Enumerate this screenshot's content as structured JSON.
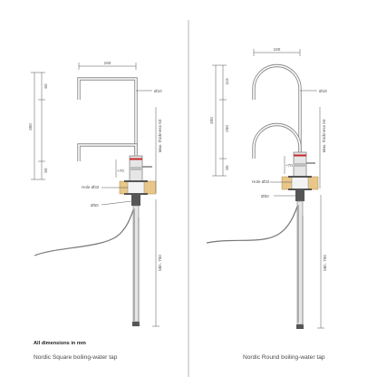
{
  "note": "All dimensions in mm",
  "colors": {
    "background": "#ffffff",
    "line": "#555555",
    "pipe": "#8a8a8a",
    "pipe_fill": "#e6e6e6",
    "worktop": "#e8c788",
    "red_band": "#c62828"
  },
  "left_tap": {
    "caption": "Nordic Square boiling-water tap",
    "dims": {
      "width_top": "160",
      "total_height": "350",
      "top_seg": "60",
      "bottom_seg": "55",
      "spout_dia": "Ø10",
      "max_thickness": "Max. thickness 50",
      "lever_rise": "+70",
      "hole": "Hole Ø32",
      "base_dia": "Ø50",
      "min_hose": "Min. 750"
    }
  },
  "right_tap": {
    "caption": "Nordic Round boiling-water tap",
    "dims": {
      "width_top": "160",
      "total_height": "400",
      "top_seg": "115",
      "mid_seg": "250",
      "bottom_seg": "55",
      "spout_dia": "Ø18",
      "max_thickness": "Max. thickness 50",
      "lever_rise": "+70",
      "hole": "Hole Ø32",
      "base_dia": "Ø50",
      "min_hose": "Min. 700"
    }
  }
}
